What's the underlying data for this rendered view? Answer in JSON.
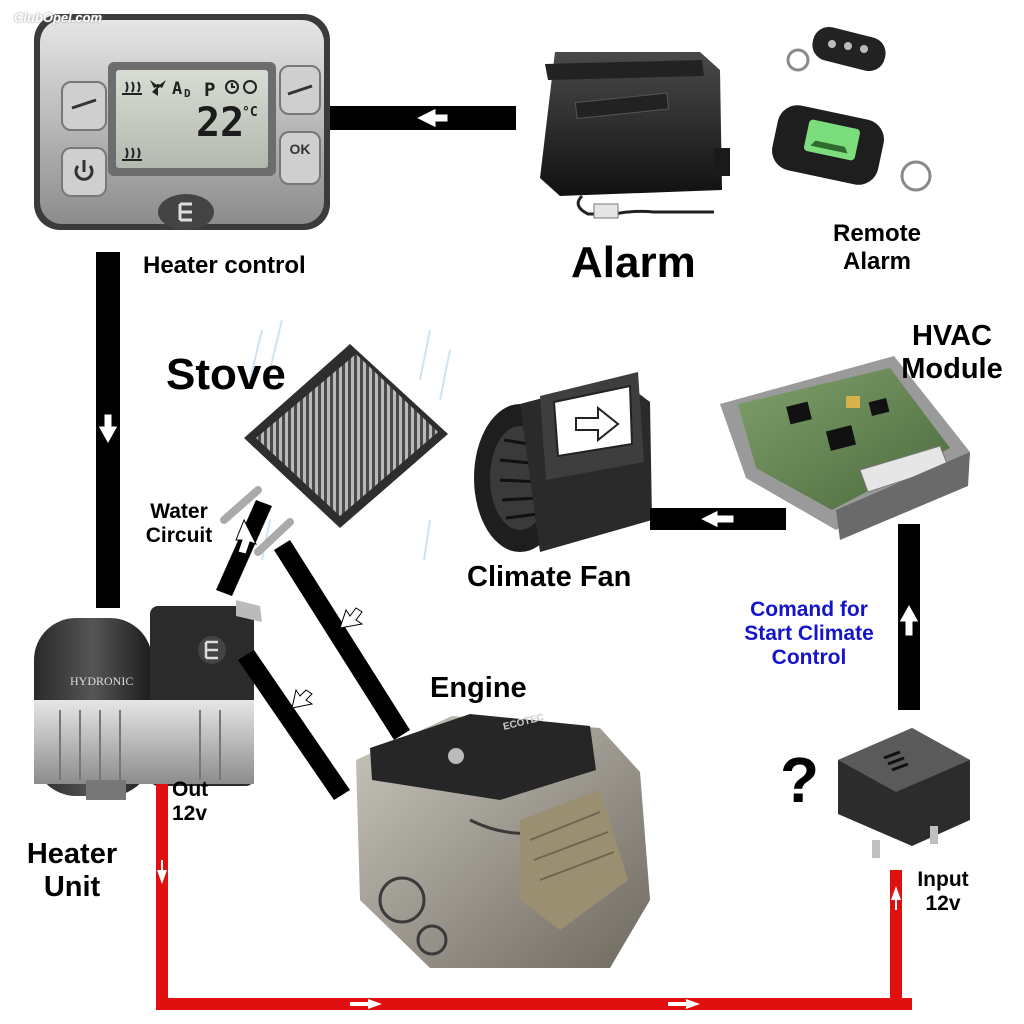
{
  "watermark": "ClubOpel.com",
  "heater_control": {
    "label": "Heater control",
    "lcd_temp": "22",
    "lcd_unit": "°C",
    "lcd_mode": "A",
    "lcd_mode_sub": "D",
    "lcd_p": "P",
    "ok_label": "OK"
  },
  "alarm": {
    "label": "Alarm"
  },
  "remote_alarm": {
    "line1": "Remote",
    "line2": "Alarm"
  },
  "stove": {
    "label": "Stove"
  },
  "water_circuit": {
    "line1": "Water",
    "line2": "Circuit"
  },
  "climate_fan": {
    "label": "Climate Fan"
  },
  "hvac_module": {
    "line1": "HVAC",
    "line2": "Module"
  },
  "command_note": {
    "line1": "Comand for",
    "line2": "Start Climate",
    "line3": "Control"
  },
  "engine": {
    "label": "Engine",
    "cover_text": "ECOTEC"
  },
  "heater_unit": {
    "line1": "Heater",
    "line2": "Unit",
    "brand": "HYDRONIC"
  },
  "relay": {
    "symbol": "?"
  },
  "out_power": {
    "line1": "Out",
    "line2": "12v"
  },
  "input_power": {
    "line1": "Input",
    "line2": "12v"
  },
  "colors": {
    "signal_line": "#000000",
    "power_line": "#e01010",
    "command_text": "#1414c8"
  }
}
